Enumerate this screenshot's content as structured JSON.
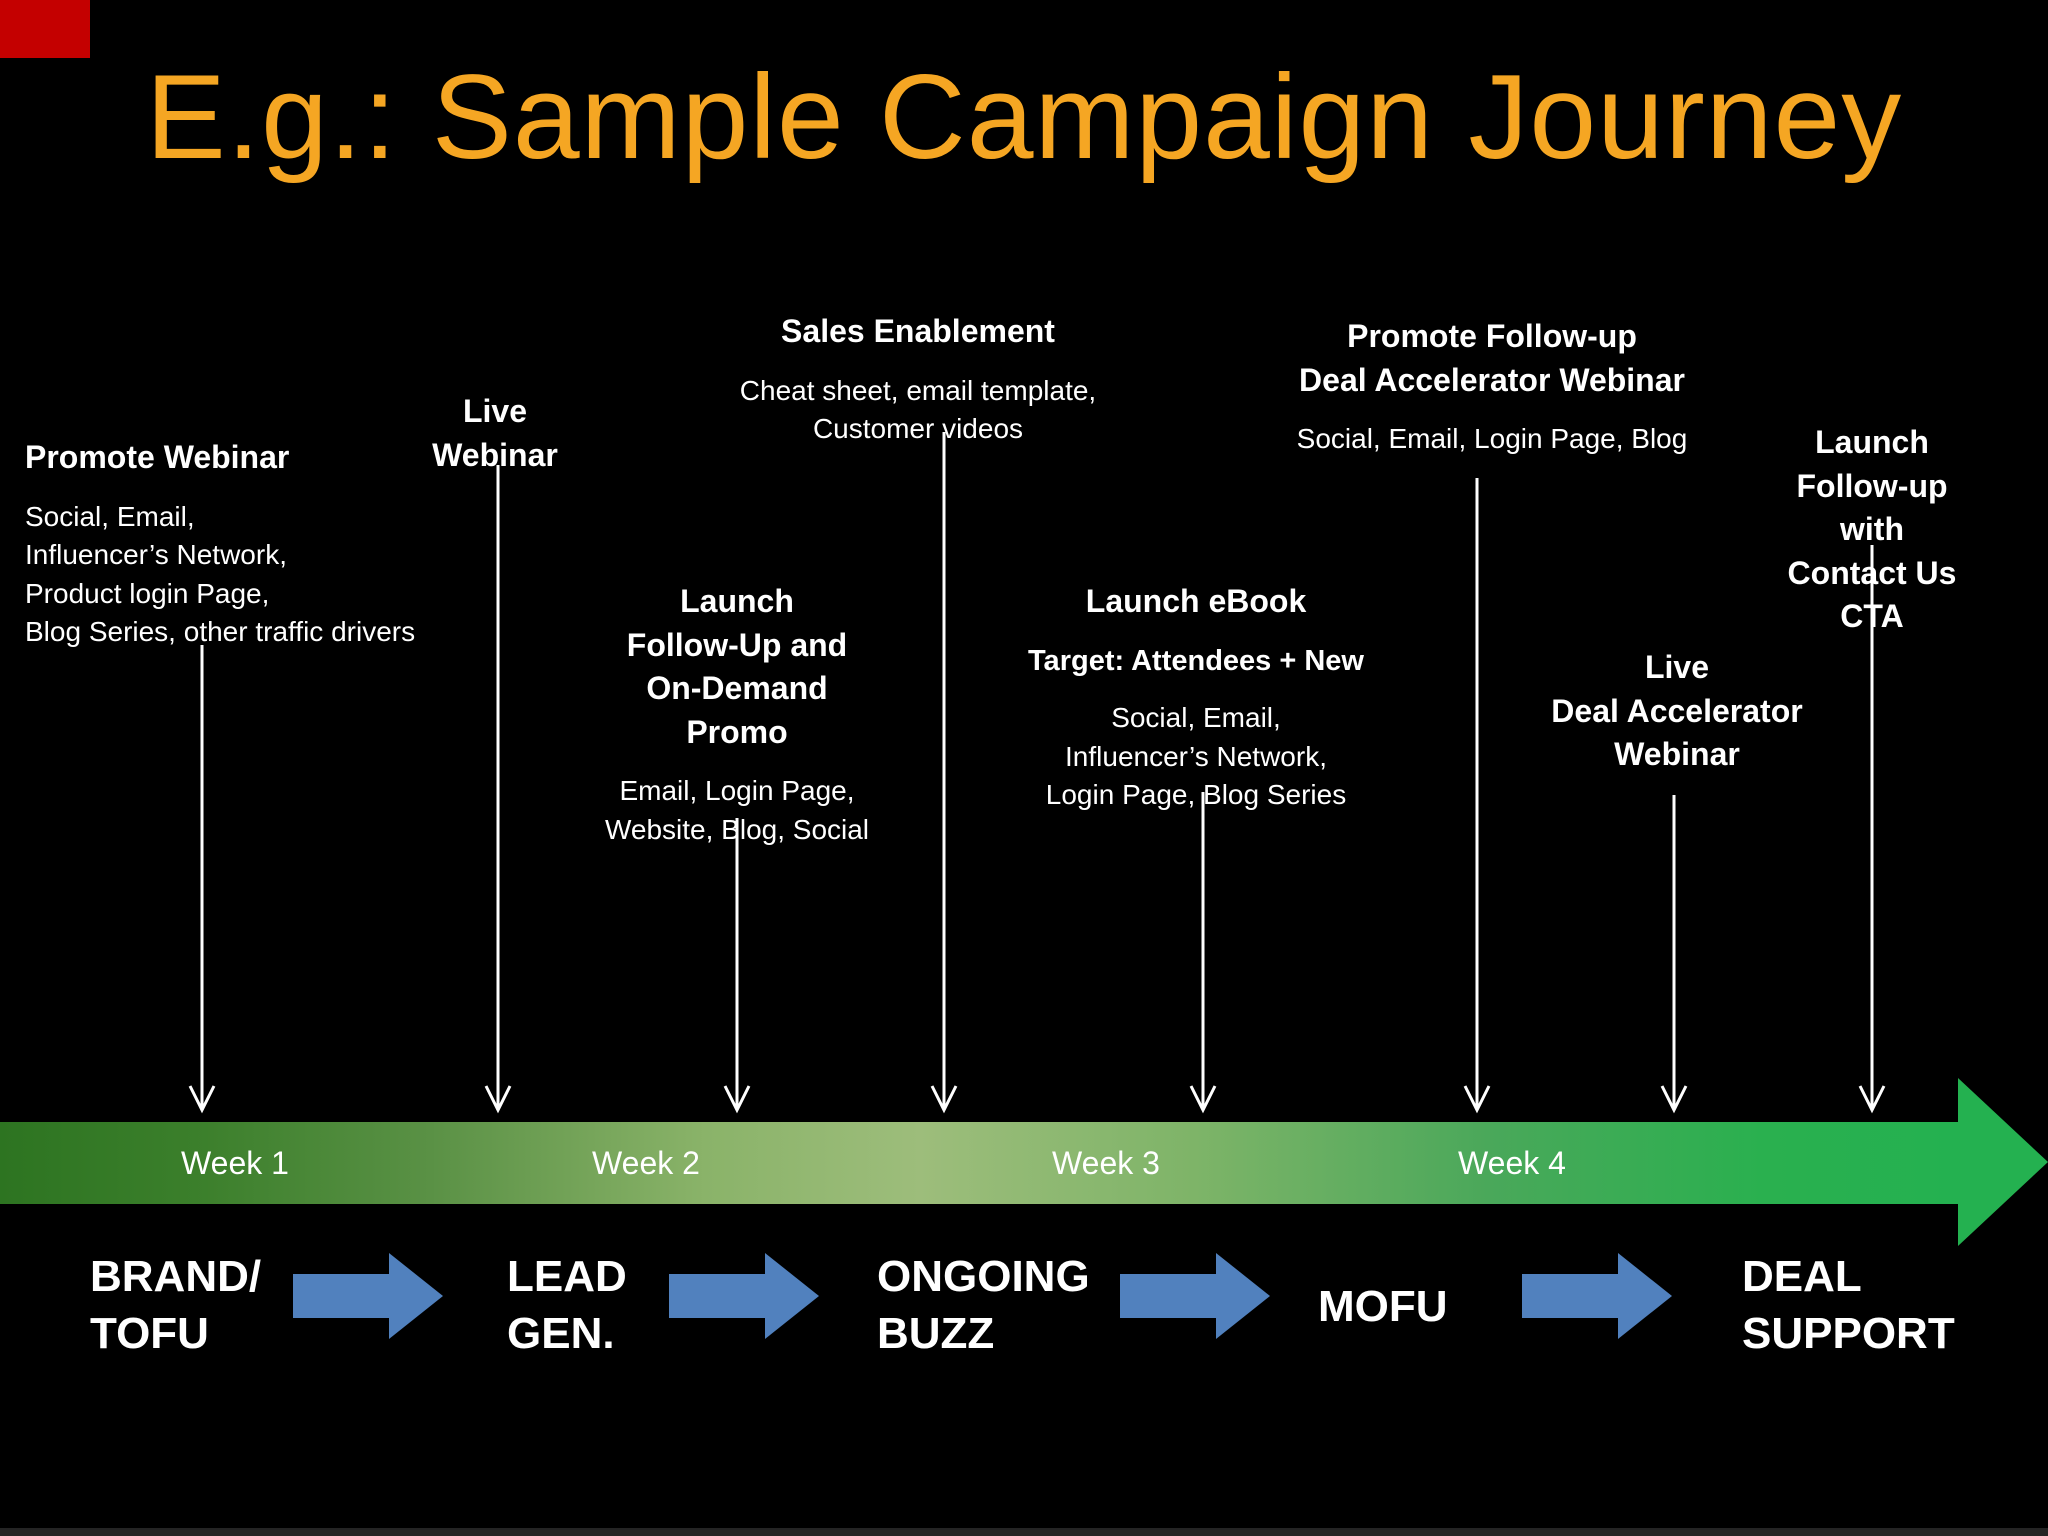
{
  "title": "E.g.: Sample Campaign Journey",
  "colors": {
    "background": "#000000",
    "title_text": "#F5A623",
    "annotation_text": "#FFFFFF",
    "timeline_gradient_start": "#2D7421",
    "timeline_gradient_light_mid": "#9DBD7B",
    "timeline_gradient_end": "#24B150",
    "stage_arrow_blue": "#5181BE",
    "down_arrow_white": "#FFFFFF",
    "corner_marker_red": "#C40000"
  },
  "annotations": [
    {
      "heading": "Promote Webinar",
      "body": "Social, Email,\nInfluencer’s Network,\nProduct login Page,\nBlog Series, other traffic drivers"
    },
    {
      "heading": "Live\nWebinar",
      "body": ""
    },
    {
      "heading": "Sales Enablement",
      "body": "Cheat sheet, email template,\nCustomer videos"
    },
    {
      "heading": "Launch\nFollow-Up and\nOn-Demand\nPromo",
      "body": "Email, Login Page,\nWebsite, Blog, Social"
    },
    {
      "heading": "Launch eBook",
      "subheading": "Target: Attendees + New",
      "body": "Social, Email,\nInfluencer’s Network,\nLogin Page, Blog Series"
    },
    {
      "heading": "Promote Follow-up\nDeal Accelerator Webinar",
      "body": "Social, Email, Login Page, Blog"
    },
    {
      "heading": "Live\nDeal Accelerator\nWebinar",
      "body": ""
    },
    {
      "heading": "Launch\nFollow-up with\nContact Us CTA",
      "body": ""
    }
  ],
  "timeline": {
    "weeks": [
      {
        "label": "Week 1"
      },
      {
        "label": "Week 2"
      },
      {
        "label": "Week 3"
      },
      {
        "label": "Week 4"
      }
    ]
  },
  "stages": [
    {
      "label": "BRAND/\nTOFU"
    },
    {
      "label": "LEAD\nGEN."
    },
    {
      "label": "ONGOING\nBUZZ"
    },
    {
      "label": "MOFU"
    },
    {
      "label": "DEAL\nSUPPORT"
    }
  ]
}
